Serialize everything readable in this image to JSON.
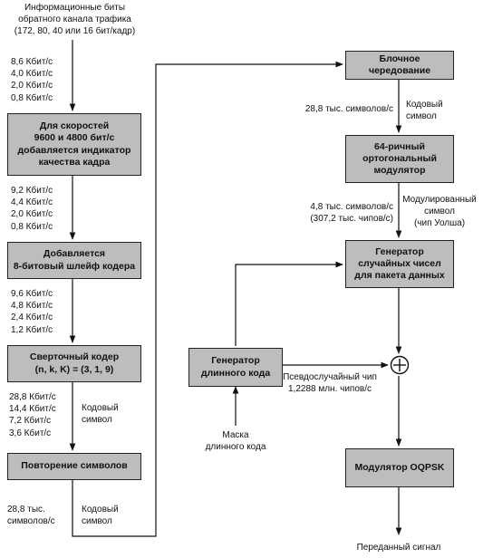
{
  "input": {
    "text": "Информационные биты\nобратного канала трафика\n(172, 80, 40 или 16 бит/кадр)"
  },
  "rates_1": {
    "text": "8,6 Кбит/с\n4,0 Кбит/с\n2,0 Кбит/с\n0,8 Кбит/с"
  },
  "box_quality": {
    "text": "Для скоростей\n9600 и 4800 бит/с\nдобавляется индикатор\nкачества кадра"
  },
  "rates_2": {
    "text": "9,2 Кбит/с\n4,4 Кбит/с\n2,0 Кбит/с\n0,8 Кбит/с"
  },
  "box_tail": {
    "text": "Добавляется\n8-битовый шлейф кодера"
  },
  "rates_3": {
    "text": "9,6 Кбит/с\n4,8 Кбит/с\n2,4 Кбит/с\n1,2 Кбит/с"
  },
  "box_conv": {
    "text": "Сверточный кодер\n(n, k, K) = (3, 1, 9)"
  },
  "rates_4": {
    "text": "28,8 Кбит/с\n14,4 Кбит/с\n7,2 Кбит/с\n3,6 Кбит/с"
  },
  "code_symbol_1": {
    "text": "Кодовый\nсимвол"
  },
  "box_repeat": {
    "text": "Повторение символов"
  },
  "rate_5": {
    "text": "28,8 тыс.\nсимволов/с"
  },
  "code_symbol_2": {
    "text": "Кодовый\nсимвол"
  },
  "box_interleave": {
    "text": "Блочное чередование"
  },
  "rate_6": {
    "text": "28,8 тыс. символов/с"
  },
  "code_symbol_3": {
    "text": "Кодовый\nсимвол"
  },
  "box_ortho": {
    "text": "64-ричный\nортогональный\nмодулятор"
  },
  "rate_7": {
    "text": "4,8 тыс. символов/с\n(307,2 тыс. чипов/с)"
  },
  "mod_symbol": {
    "text": "Модулированный\nсимвол\n(чип Уолша)"
  },
  "box_random": {
    "text": "Генератор\nслучайных чисел\nдля пакета данных"
  },
  "box_longcode": {
    "text": "Генератор\nдлинного кода"
  },
  "pn_chip": {
    "text": "Псевдослучайный чип\n1,2288 млн. чипов/с"
  },
  "mask": {
    "text": "Маска\nдлинного кода"
  },
  "box_oqpsk": {
    "text": "Модулятор OQPSK"
  },
  "output": {
    "text": "Переданный сигнал"
  }
}
